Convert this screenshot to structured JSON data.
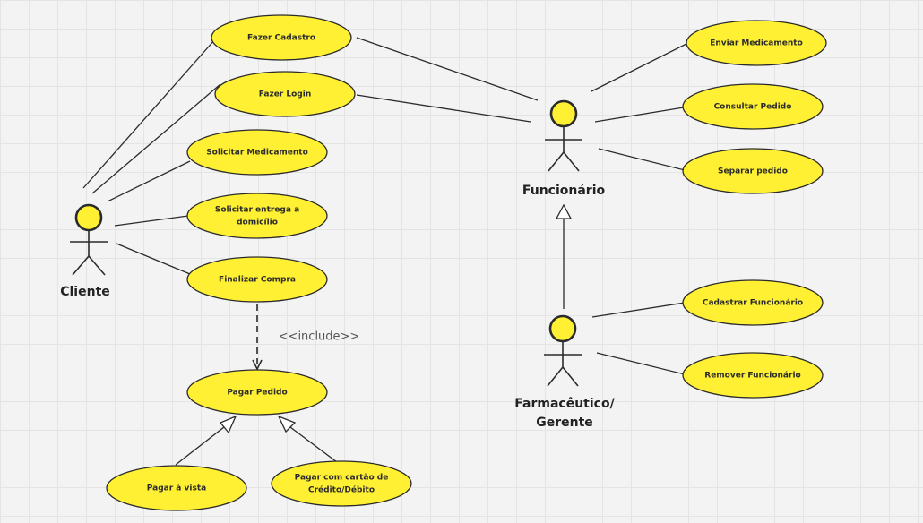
{
  "colors": {
    "use_case_fill": "#fff033",
    "stroke": "#2b2b2b",
    "background": "#f3f3f3"
  },
  "actors": {
    "cliente": {
      "label": "Cliente"
    },
    "funcionario": {
      "label": "Funcionário"
    },
    "farmaceutico": {
      "label_line1": "Farmacêutico/",
      "label_line2": "Gerente"
    }
  },
  "use_cases": {
    "fazer_cadastro": {
      "lines": [
        "Fazer Cadastro"
      ]
    },
    "fazer_login": {
      "lines": [
        "Fazer Login"
      ]
    },
    "solicitar_medicamento": {
      "lines": [
        "Solicitar Medicamento"
      ]
    },
    "solicitar_entrega": {
      "lines": [
        "Solicitar entrega a",
        "domicílio"
      ]
    },
    "finalizar_compra": {
      "lines": [
        "Finalizar Compra"
      ]
    },
    "pagar_pedido": {
      "lines": [
        "Pagar Pedido"
      ]
    },
    "pagar_a_vista": {
      "lines": [
        "Pagar à vista"
      ]
    },
    "pagar_cartao": {
      "lines": [
        "Pagar com cartão de",
        "Crédito/Débito"
      ]
    },
    "enviar_medicamento": {
      "lines": [
        "Enviar Medicamento"
      ]
    },
    "consultar_pedido": {
      "lines": [
        "Consultar Pedido"
      ]
    },
    "separar_pedido": {
      "lines": [
        "Separar pedido"
      ]
    },
    "cadastrar_funcionario": {
      "lines": [
        "Cadastrar Funcionário"
      ]
    },
    "remover_funcionario": {
      "lines": [
        "Remover Funcionário"
      ]
    }
  },
  "relationships": {
    "include_label": "<<include>>"
  }
}
